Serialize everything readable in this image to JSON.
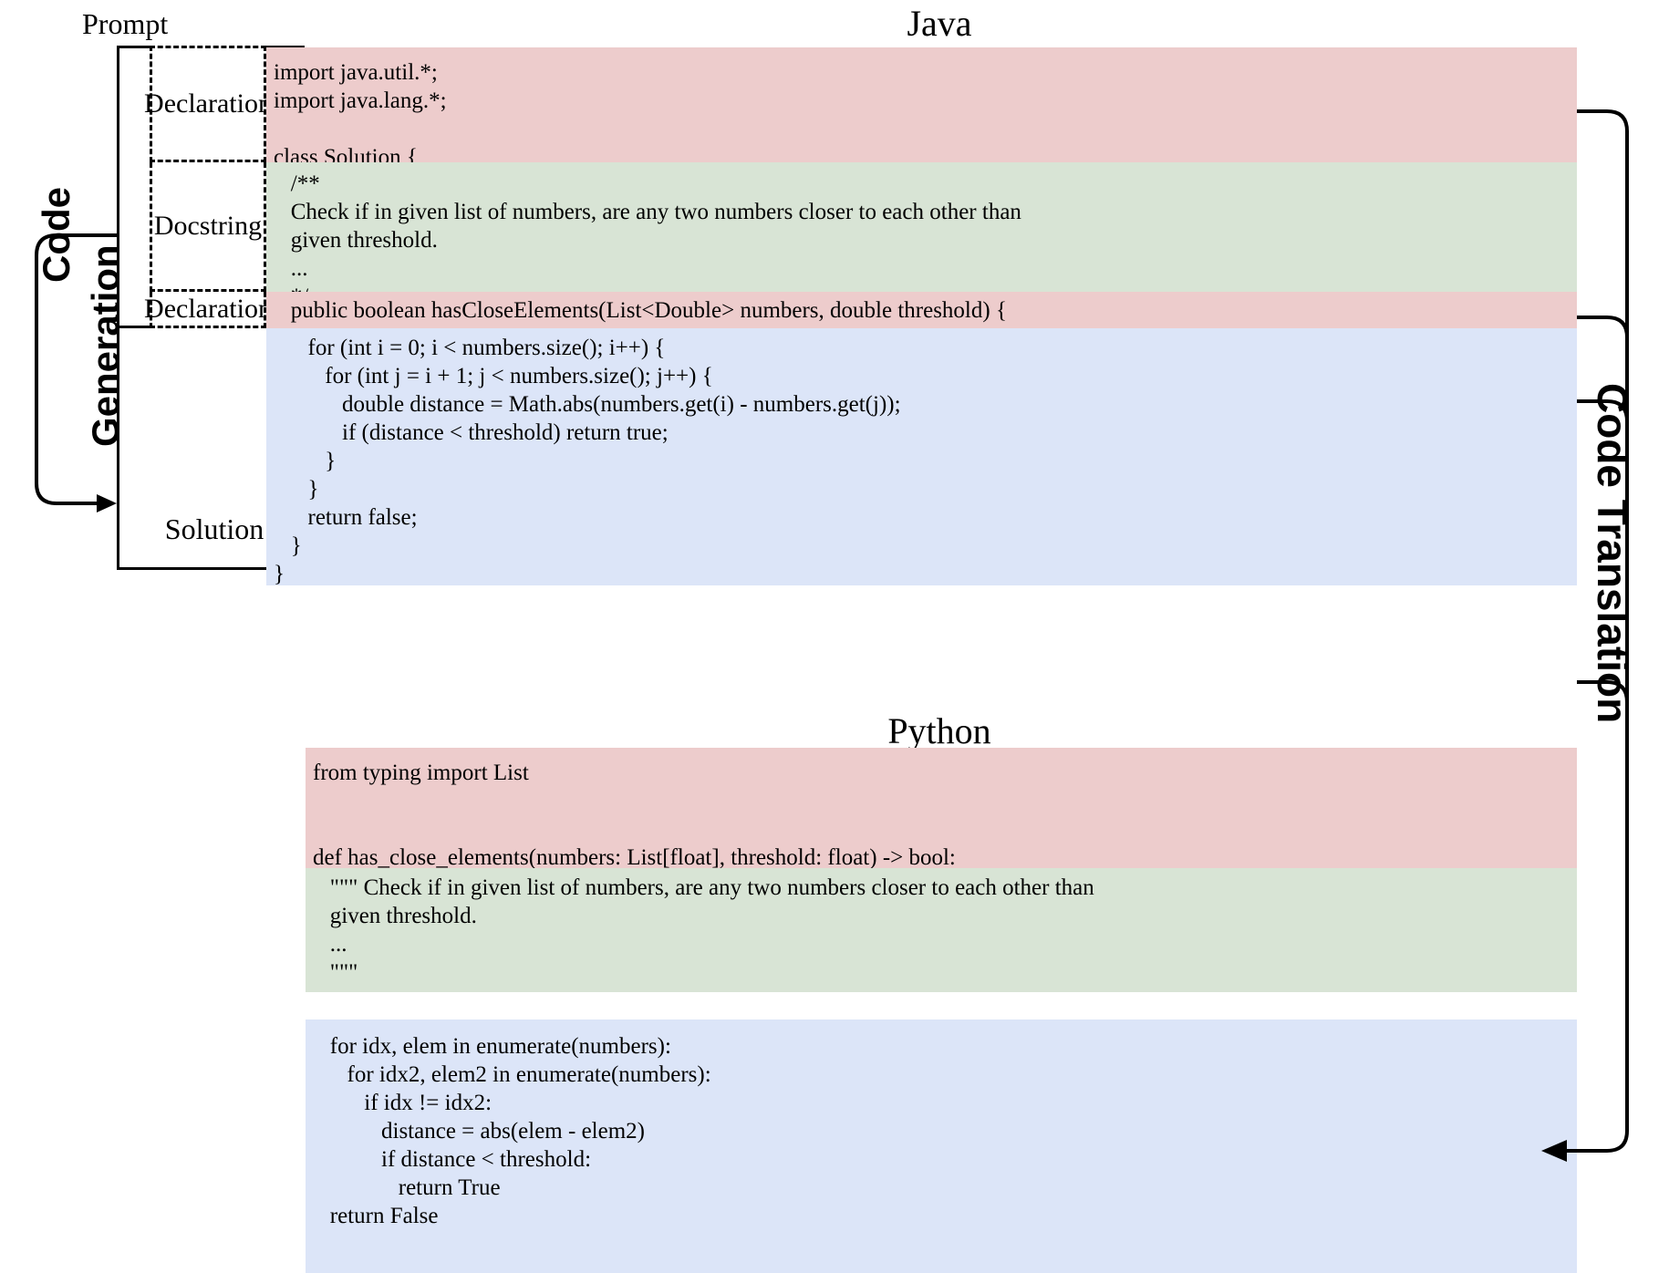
{
  "figure": {
    "side_labels": {
      "code_generation": "Code\nGeneration",
      "code_generation_line1": "Code",
      "code_generation_line2": "Generation",
      "code_translation": "Code Translation"
    },
    "prompt_label": "Prompt"
  },
  "java": {
    "title": "Java",
    "sections": [
      {
        "label": "Declaration",
        "kind": "declaration"
      },
      {
        "label": "Docstring",
        "kind": "docstring"
      },
      {
        "label": "Declaration",
        "kind": "declaration"
      },
      {
        "label": "Solution",
        "kind": "solution"
      }
    ],
    "declaration_1": "import java.util.*;\nimport java.lang.*;\n\nclass Solution {",
    "docstring": "   /**\n   Check if in given list of numbers, are any two numbers closer to each other than\n   given threshold.\n   ...\n   */",
    "declaration_2": "   public boolean hasCloseElements(List<Double> numbers, double threshold) {",
    "solution": "      for (int i = 0; i < numbers.size(); i++) {\n         for (int j = i + 1; j < numbers.size(); j++) {\n            double distance = Math.abs(numbers.get(i) - numbers.get(j));\n            if (distance < threshold) return true;\n         }\n      }\n      return false;\n   }\n}"
  },
  "python": {
    "title": "Python",
    "declaration_1": "from typing import List\n\n\ndef has_close_elements(numbers: List[float], threshold: float) -> bool:",
    "docstring": "   \"\"\" Check if in given list of numbers, are any two numbers closer to each other than\n   given threshold.\n   ...\n   \"\"\"",
    "solution": "   for idx, elem in enumerate(numbers):\n      for idx2, elem2 in enumerate(numbers):\n         if idx != idx2:\n            distance = abs(elem - elem2)\n            if distance < threshold:\n               return True\n   return False"
  },
  "colors": {
    "declaration": "#EDCCCC",
    "docstring": "#D8E4D5",
    "solution": "#DCE5F8",
    "stroke": "#000000",
    "background": "#FFFFFF"
  }
}
